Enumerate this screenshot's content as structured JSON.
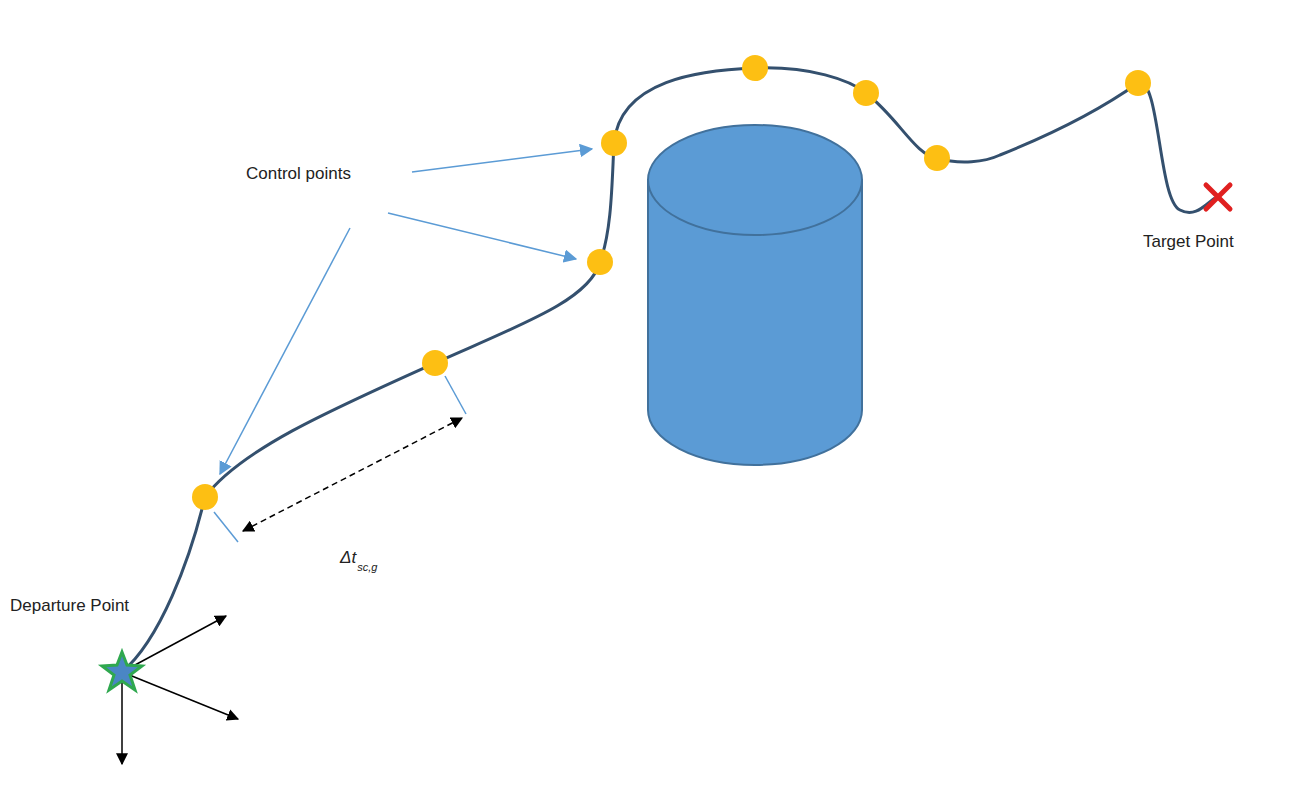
{
  "diagram": {
    "labels": [
      "Control points",
      "Δt",
      "sc,g",
      "Departure Point",
      "Target Point"
    ]
  }
}
